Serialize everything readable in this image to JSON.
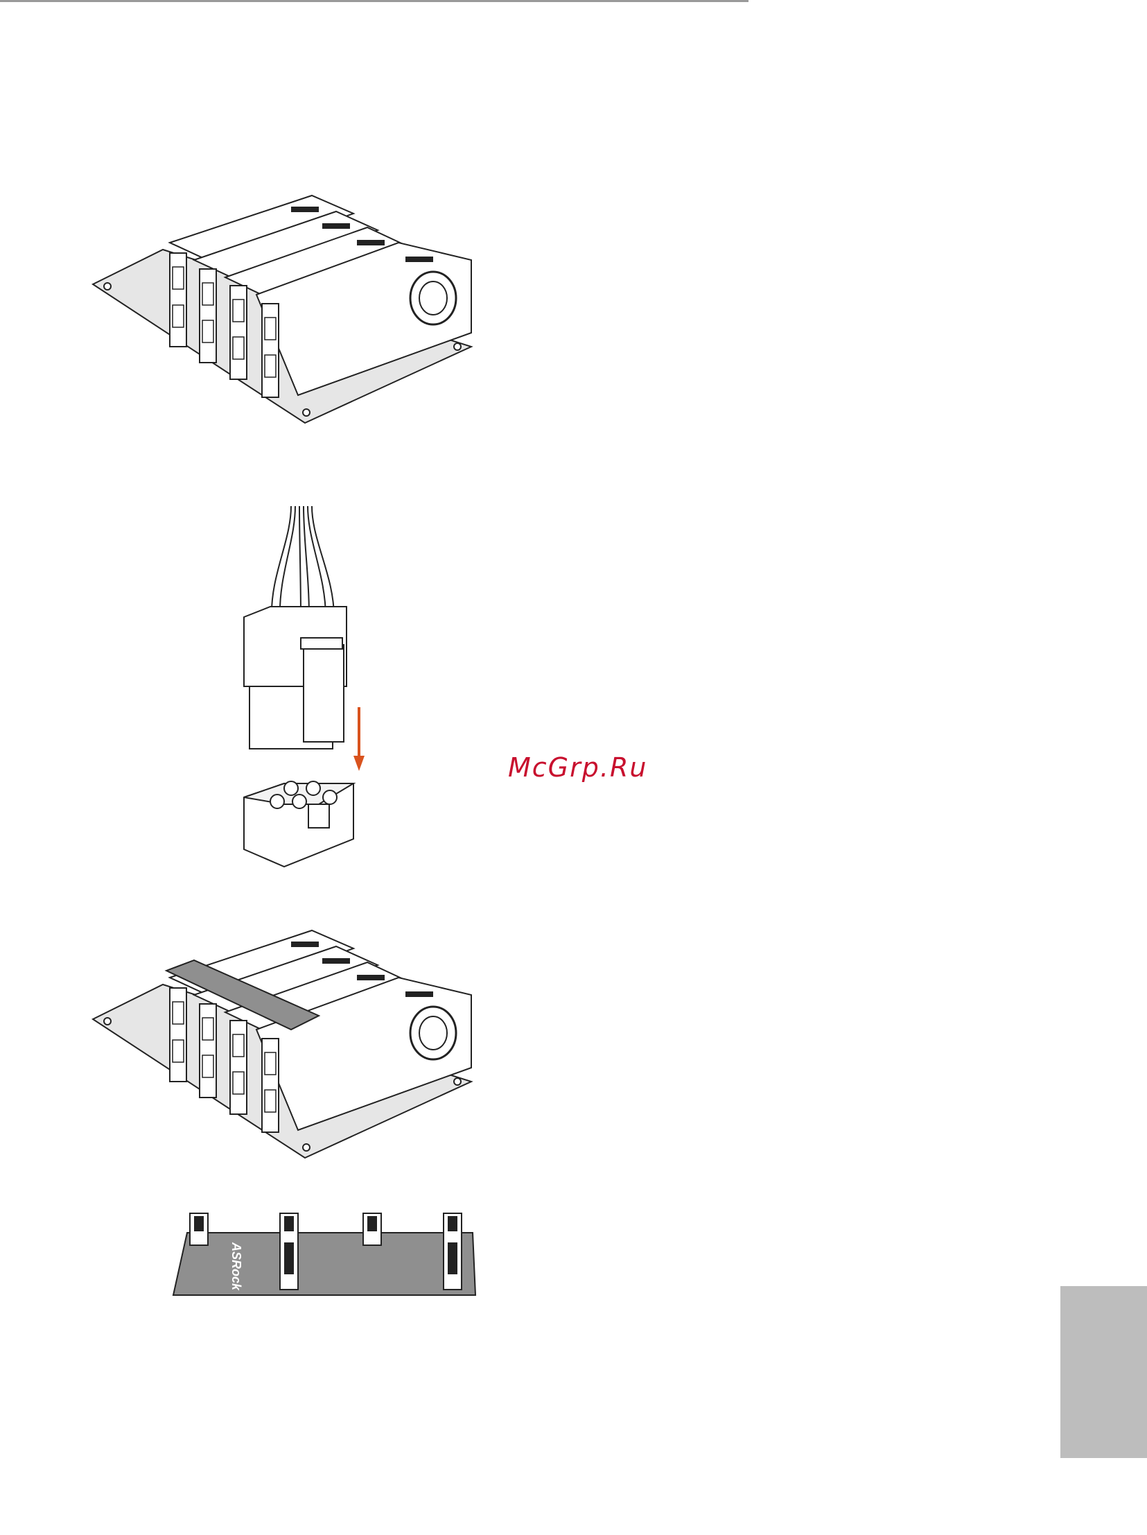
{
  "watermark": {
    "text": "McGrp.Ru",
    "color": "#c8102e"
  },
  "bridge_logo": {
    "text": "ASRock"
  },
  "colors": {
    "rule": "#9a9a9a",
    "side_tab": "#bdbdbd",
    "arrow": "#d9531e",
    "bridge_fill": "#8f8f8f",
    "outline": "#222222"
  },
  "figures": [
    {
      "name": "four-graphics-cards",
      "icon": "graphics-card-stack-icon"
    },
    {
      "name": "power-connector",
      "icon": "pcie-power-plug-icon"
    },
    {
      "name": "cards-with-bridge",
      "icon": "graphics-card-bridge-icon"
    },
    {
      "name": "sli-bridge-board",
      "icon": "bridge-board-icon"
    }
  ]
}
